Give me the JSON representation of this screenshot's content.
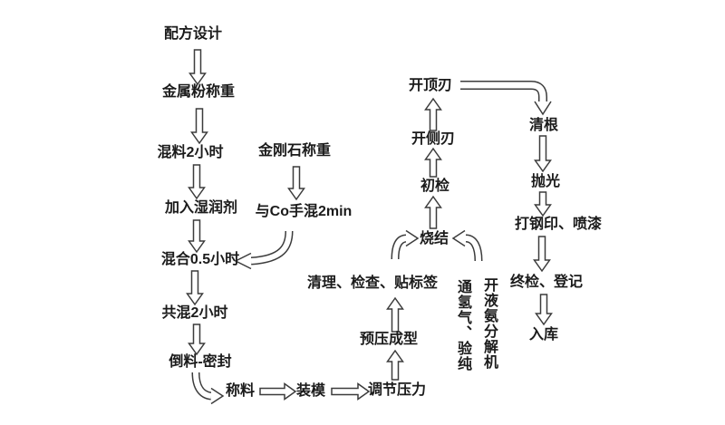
{
  "flowchart": {
    "colors": {
      "background": "#ffffff",
      "ink": "#1b1b1b",
      "arrow_outline": "#3c3c3c",
      "arrow_fill": "#ffffff"
    },
    "nodes": {
      "formula_design": "配方设计",
      "metal_powder_weighing": "金属粉称重",
      "mixing_2h": "混料2小时",
      "add_wetting_agent": "加入湿润剂",
      "mixing_half_hour": "混合0.5小时",
      "co_blending_2h": "共混2小时",
      "pour_and_seal": "倒料-密封",
      "diamond_weighing": "金刚石称重",
      "hand_mix_with_co_2min": "与Co手混2min",
      "weigh_material": "称料",
      "load_mold": "装模",
      "adjust_pressure": "调节压力",
      "pre_press_forming": "预压成型",
      "clean_inspect_label": "清理、检查、贴标签",
      "sintering": "烧结",
      "initial_inspection": "初检",
      "open_side_edge": "开侧刃",
      "open_top_edge": "开顶刃",
      "root_cleaning": "清根",
      "polishing": "抛光",
      "steel_stamp_spray_paint": "打钢印、喷漆",
      "final_inspection_registration": "终检、登记",
      "warehousing": "入库",
      "note_hydrogen": "通氢气、验纯",
      "note_ammonia": "开液氨分解机"
    },
    "edges": [
      {
        "from": "formula_design",
        "to": "metal_powder_weighing",
        "style": "block-arrow"
      },
      {
        "from": "metal_powder_weighing",
        "to": "mixing_2h",
        "style": "block-arrow"
      },
      {
        "from": "mixing_2h",
        "to": "add_wetting_agent",
        "style": "block-arrow"
      },
      {
        "from": "add_wetting_agent",
        "to": "mixing_half_hour",
        "style": "block-arrow"
      },
      {
        "from": "mixing_half_hour",
        "to": "co_blending_2h",
        "style": "block-arrow"
      },
      {
        "from": "co_blending_2h",
        "to": "pour_and_seal",
        "style": "block-arrow"
      },
      {
        "from": "diamond_weighing",
        "to": "hand_mix_with_co_2min",
        "style": "block-arrow"
      },
      {
        "from": "hand_mix_with_co_2min",
        "to": "mixing_half_hour",
        "style": "curved-arrow"
      },
      {
        "from": "pour_and_seal",
        "to": "weigh_material",
        "style": "curved-arrow"
      },
      {
        "from": "weigh_material",
        "to": "load_mold",
        "style": "block-arrow"
      },
      {
        "from": "load_mold",
        "to": "adjust_pressure",
        "style": "block-arrow"
      },
      {
        "from": "adjust_pressure",
        "to": "pre_press_forming",
        "style": "block-arrow"
      },
      {
        "from": "pre_press_forming",
        "to": "clean_inspect_label",
        "style": "block-arrow"
      },
      {
        "from": "clean_inspect_label",
        "to": "sintering",
        "style": "curved-arrow"
      },
      {
        "from": "note_ammonia",
        "to": "sintering",
        "style": "curved-arrow"
      },
      {
        "from": "sintering",
        "to": "initial_inspection",
        "style": "block-arrow"
      },
      {
        "from": "initial_inspection",
        "to": "open_side_edge",
        "style": "block-arrow"
      },
      {
        "from": "open_side_edge",
        "to": "open_top_edge",
        "style": "block-arrow"
      },
      {
        "from": "open_top_edge",
        "to": "root_cleaning",
        "style": "elbow-arrow"
      },
      {
        "from": "root_cleaning",
        "to": "polishing",
        "style": "block-arrow"
      },
      {
        "from": "polishing",
        "to": "steel_stamp_spray_paint",
        "style": "block-arrow"
      },
      {
        "from": "steel_stamp_spray_paint",
        "to": "final_inspection_registration",
        "style": "block-arrow"
      },
      {
        "from": "final_inspection_registration",
        "to": "warehousing",
        "style": "block-arrow"
      }
    ]
  }
}
